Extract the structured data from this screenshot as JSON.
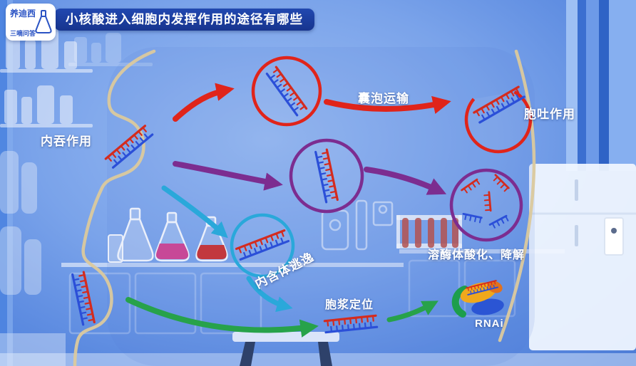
{
  "header": {
    "title": "小核酸进入细胞内发挥作用的途径有哪些",
    "logo_line1": "养迪西",
    "logo_line2": "三嘀问答"
  },
  "labels": {
    "endocytosis": "内吞作用",
    "vesicle_transport": "囊泡运输",
    "exocytosis": "胞吐作用",
    "lysosome_degradation": "溶酶体酸化、降解",
    "endosome_escape": "内含体逃逸",
    "cytoplasm_localization": "胞浆定位",
    "rnai": "RNAi"
  },
  "colors": {
    "title_bar": "#1c3da2",
    "membrane": "#dbc99d",
    "arrow_red": "#e0241a",
    "arrow_purple": "#7c2d90",
    "arrow_cyan": "#2aa8da",
    "arrow_green": "#27a24a",
    "rna_red": "#d42b1e",
    "rna_blue": "#2b4fd8",
    "rnai_yellow": "#f0a81c",
    "rnai_orange": "#e2711d",
    "rnai_green": "#1d9e4c",
    "rnai_blue": "#2b55d4"
  }
}
